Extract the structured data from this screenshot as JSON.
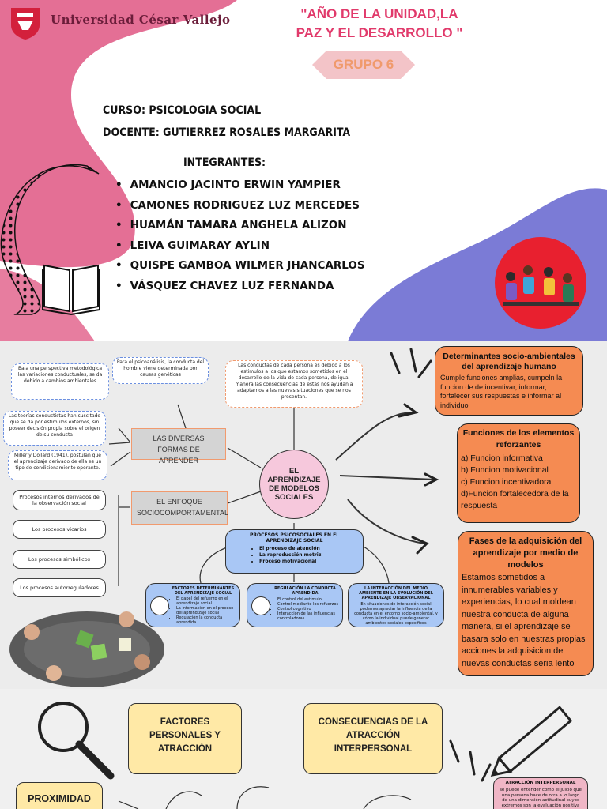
{
  "cover": {
    "university": "Universidad César Vallejo",
    "motto_line1": "\"AÑO DE LA UNIDAD,LA",
    "motto_line2": "PAZ Y EL DESARROLLO \"",
    "group": "GRUPO 6",
    "course": "CURSO: PSICOLOGIA SOCIAL",
    "teacher": "DOCENTE: GUTIERREZ ROSALES MARGARITA",
    "members_title": "INTEGRANTES:",
    "members": [
      "AMANCIO JACINTO ERWIN YAMPIER",
      "CAMONES RODRIGUEZ LUZ MERCEDES",
      "HUAMÁN TAMARA ANGHELA ALIZON",
      "LEIVA GUIMARAY AYLIN",
      "QUISPE GAMBOA WILMER JHANCARLOS",
      "VÁSQUEZ CHAVEZ LUZ FERNANDA"
    ]
  },
  "map": {
    "center": "EL APRENDIZAJE DE MODELOS SOCIALES",
    "note_a": "Baja una perspectiva metodológica las variaciones conductuales, se da debido a cambios ambientales",
    "note_b": "Para el psicoanálisis, la conducta del hombre viene determinada por causas genéticas",
    "note_c": "Las teorías conductistas han suscitado que se da por estímulos externos, sin poseer decisión propia sobre el origen de su conducta",
    "note_d": "Miller y Dollard (1941), postulan que el aprendizaje derivado de ella es un tipo de condicionamiento operante.",
    "note_top": "Las conductas de cada persona es debido a los estimulos a los que estamos sometidos en el desarrollo de la vida de cada persona, de igual manera las consecuencias de estas nos ayudan a adaptarnos a las nuevas situaciones que se nos presentan.",
    "formas": "LAS DIVERSAS FORMAS DE APRENDER",
    "enfoque": "EL ENFOQUE SOCIOCOMPORTAMENTAL",
    "pills": [
      "Procesos internos derivados de la observación social",
      "Los procesos vicarios",
      "Los procesos simbólicos",
      "Los procesos autorreguladores"
    ],
    "procesos_title": "PROCESOS PSICOSOCIALES EN EL APRENDIZAJE SOCIAL",
    "procesos_items": [
      "El proceso de atención",
      "La reproducción motriz",
      "Proceso motivacional"
    ],
    "factores_title": "FACTORES DETERMINANTES DEL APRENDIZAJE SOCIAL",
    "factores_items": [
      "El papel del refuerzo en el aprendizaje social",
      "La información en el proceso del aprendizaje social",
      "Regulación la conducta aprendida"
    ],
    "regulacion_title": "REGULACIÓN LA CONDUCTA APRENDIDA",
    "regulacion_items": [
      "El control del estímulo",
      "Control mediante los refuerzos",
      "Control cognitivo",
      "Interacción de las influencias controladoras"
    ],
    "interaccion_title": "LA INTERACCIÓN DEL MEDIO AMBIENTE EN LA EVOLUCIÓN DEL APRENDIZAJE OBSERVACIONAL",
    "interaccion_text": "En situaciones de interacción social podemos apreciar la influencia de la conducta en el entorno socio-ambiental, y cómo la individual puede generar ambientes sociales específicos",
    "det_title": "Determinantes socio-ambientales del aprendizaje humano",
    "det_text": "Cumple funciones amplias, cumpeln la funcion de de incentivar, informar, fortalecer sus respuestas e informar al individuo",
    "func_title": "Funciones de los elementos reforzantes",
    "func_items": [
      "a) Funcion informativa",
      "b) Funcion motivacional",
      "c) Funcion incentivadora",
      "d)Funcion fortalecedora de la respuesta"
    ],
    "fases_title": "Fases de la adquisición del aprendizaje por medio de modelos",
    "fases_text": "Estamos sometidos a innumerables variables y experiencias, lo cual moldean nuestra conducta de alguna manera, si el aprendizaje se basara solo en nuestras propias acciones la adquisicion de nuevas conductas seria lento"
  },
  "bottom": {
    "factores": "FACTORES PERSONALES Y ATRACCIÓN",
    "consecuencias": "CONSECUENCIAS DE LA ATRACCIÓN INTERPERSONAL",
    "proximidad": "PROXIMIDAD",
    "atraccion_title": "ATRACCIÓN INTERPERSONAL",
    "atraccion_text": "se puede entender como el juicio que una persona hace de otra a lo largo de una dimensión actitudinal cuyos extremos son la evaluación positiva"
  },
  "colors": {
    "pink": "#e13a6b",
    "purple": "#7b7bd6",
    "orange": "#f58b52",
    "blue": "#a9c7f5",
    "yellow": "#ffe9a6"
  }
}
